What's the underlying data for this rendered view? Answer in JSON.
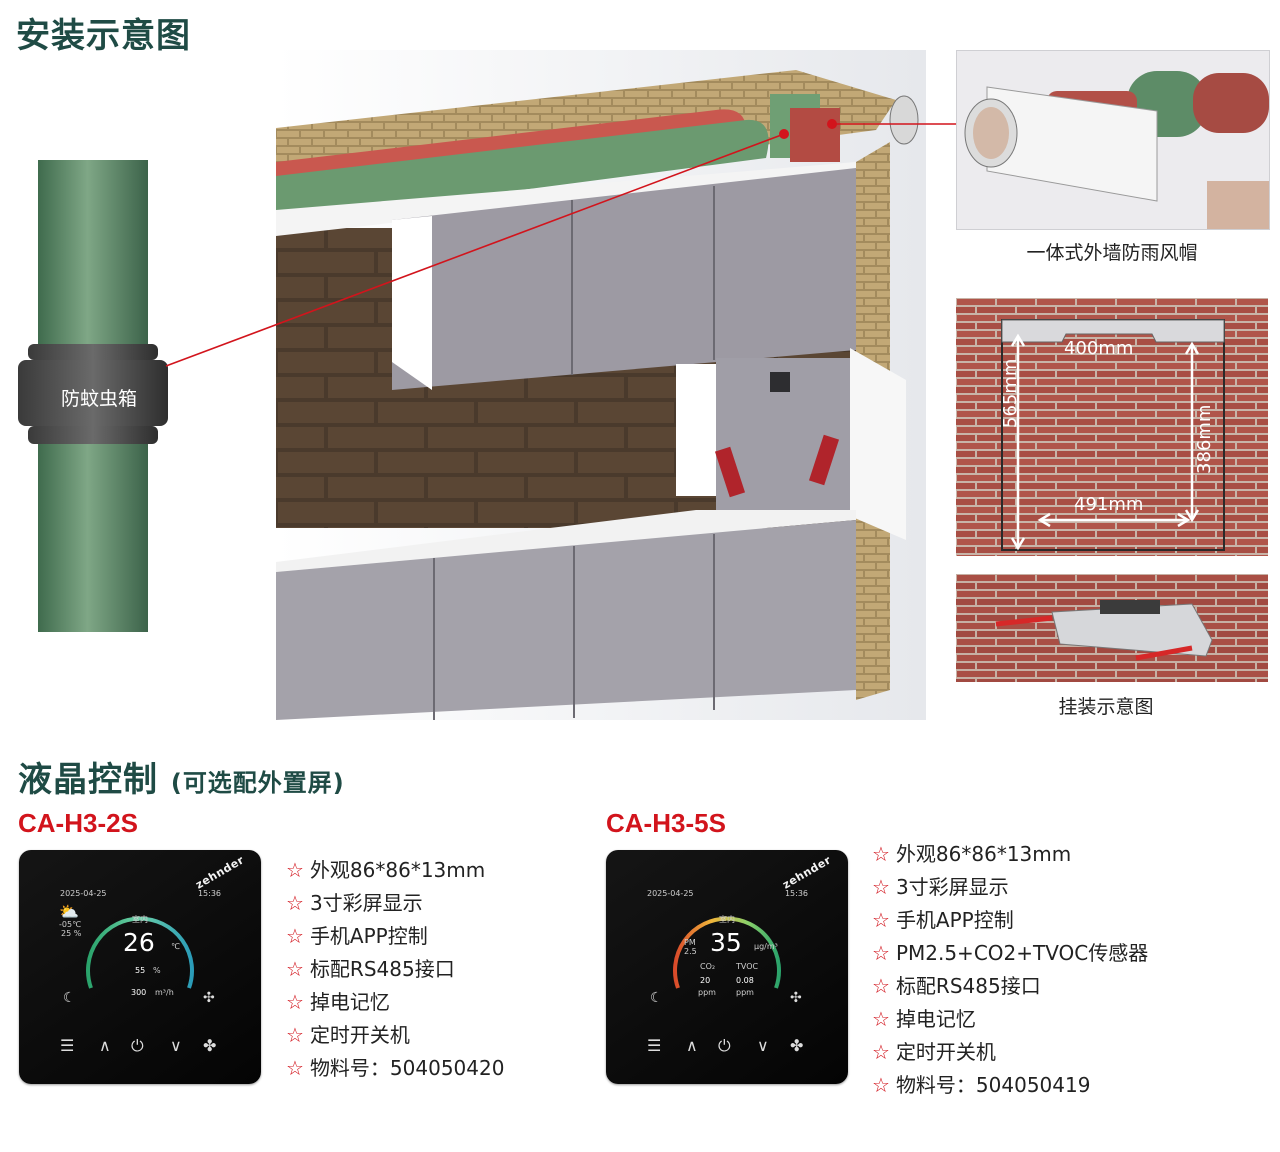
{
  "sections": {
    "install_title": "安装示意图",
    "lcd_title": "液晶控制",
    "lcd_subtitle": "(可选配外置屏)"
  },
  "diagram_labels": {
    "mosquito_box": "防蚊虫箱",
    "rain_cap": "一体式外墙防雨风帽",
    "dim_400": "400mm",
    "dim_565": "565mm",
    "dim_386": "386mm",
    "dim_491": "491mm",
    "mount_caption": "挂装示意图"
  },
  "products": [
    {
      "model": "CA-H3-2S",
      "specs": [
        "外观86*86*13mm",
        "3寸彩屏显示",
        "手机APP控制",
        "标配RS485接口",
        "掉电记忆",
        "定时开关机",
        "物料号：504050420"
      ],
      "screen": {
        "brand": "zehnder",
        "date": "2025-04-25",
        "time": "15:36",
        "outdoor_temp": "-05℃",
        "outdoor_hum": "25 %",
        "room_label": "室内",
        "temp_value": "26",
        "temp_unit": "℃",
        "humidity": "55",
        "humidity_unit": "%",
        "airflow": "300",
        "airflow_unit": "m³/h"
      }
    },
    {
      "model": "CA-H3-5S",
      "specs": [
        "外观86*86*13mm",
        "3寸彩屏显示",
        "手机APP控制",
        "PM2.5+CO2+TVOC传感器",
        "标配RS485接口",
        "掉电记忆",
        "定时开关机",
        "物料号：504050419"
      ],
      "screen": {
        "brand": "zehnder",
        "date": "2025-04-25",
        "time": "15:36",
        "room_label": "室内",
        "pm_label": "PM 2.5",
        "pm_value": "35",
        "pm_unit": "μg/m³",
        "co2_label": "CO₂",
        "co2_value": "20",
        "co2_unit": "ppm",
        "tvoc_label": "TVOC",
        "tvoc_value": "0.08",
        "tvoc_unit": "ppm"
      }
    }
  ],
  "colors": {
    "title_green": "#1f4b45",
    "model_red": "#d2141c",
    "pipe_green": "#5e8b6a",
    "brick": "#a4544a"
  },
  "icons": [
    "star-icon",
    "menu-icon",
    "up-icon",
    "power-icon",
    "down-icon",
    "fan-icon",
    "moon-icon",
    "wifi-icon",
    "weather-icon"
  ]
}
